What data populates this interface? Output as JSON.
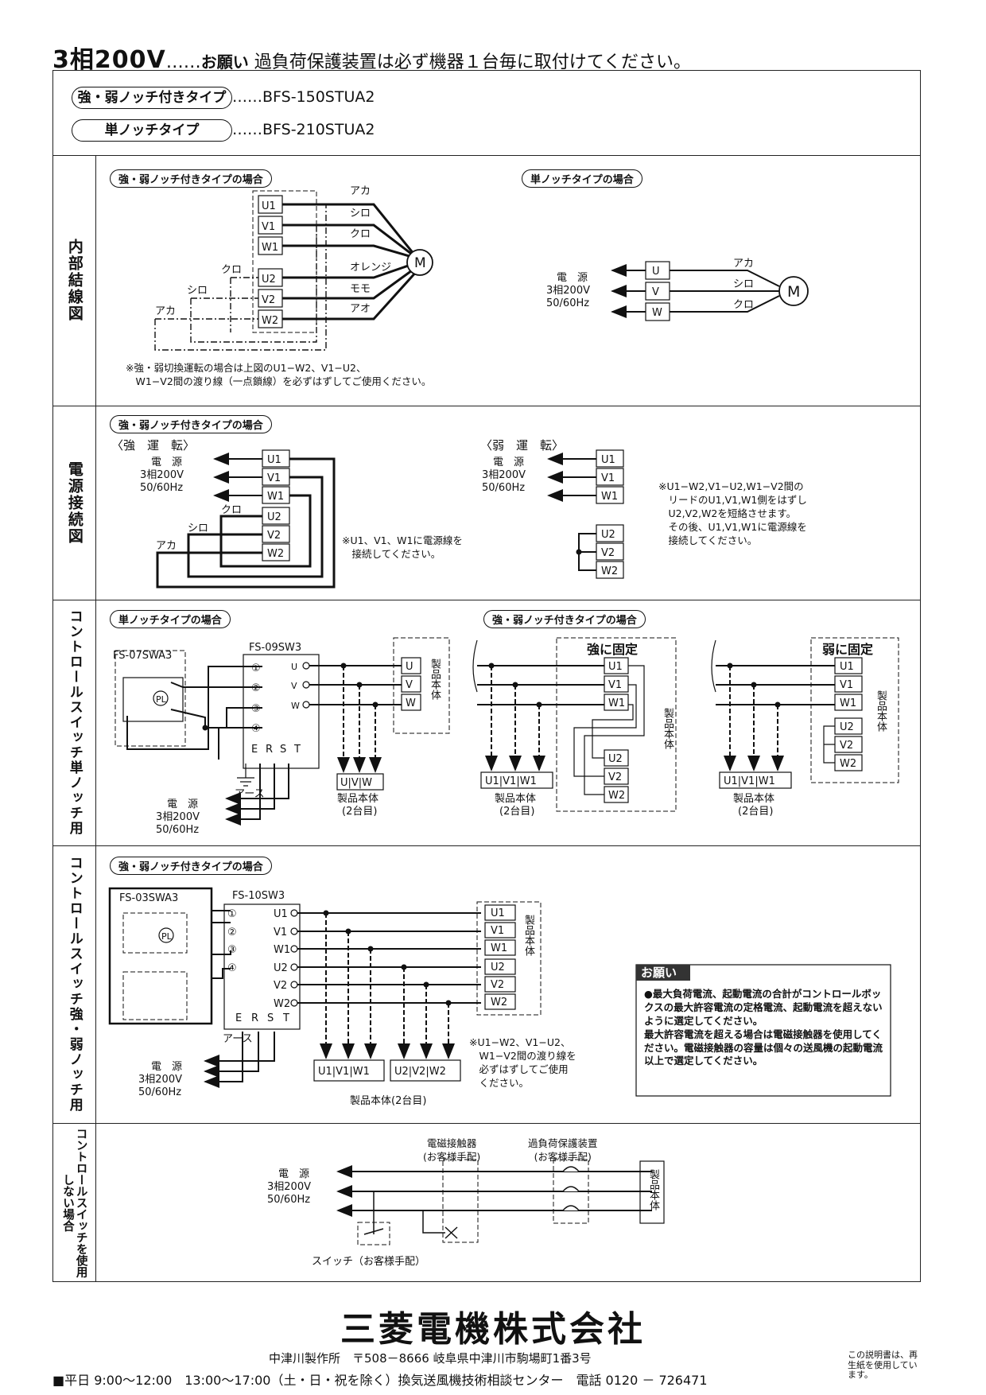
{
  "heading": {
    "main": "3相200V",
    "dots": "……",
    "request_label": "お願い",
    "request_text": "過負荷保護装置は必ず機器１台毎に取付けてください。"
  },
  "models": [
    {
      "type": "強・弱ノッチ付きタイプ",
      "model": "……BFS-150STUA2"
    },
    {
      "type": "単ノッチタイプ",
      "model": "……BFS-210STUA2"
    }
  ],
  "sections": {
    "internal": "内部結線図",
    "power": "電源接続図",
    "single_ctrl": "コントロールスイッチ単ノッチ用",
    "dual_ctrl": "コントロールスイッチ強・弱ノッチ用",
    "no_ctrl": "コントロールスイッチを使用しない場合"
  },
  "labels": {
    "case_dual": "強・弱ノッチ付きタイプの場合",
    "case_single": "単ノッチタイプの場合",
    "motor": "M",
    "power1": "電　源",
    "power2": "3相200V",
    "power3": "50/60Hz",
    "strong_run": "〈強　運　転〉",
    "weak_run": "〈弱　運　転〉",
    "fixed_strong": "強に固定",
    "fixed_weak": "弱に固定",
    "product_body": "製品本体",
    "product_body_2": "製品本体\n(2台目)",
    "product_body_2b": "製品本体(2台目)",
    "earth": "アース",
    "switch07": "FS-07SWA3",
    "switch09": "FS-09SW3",
    "switch03": "FS-03SWA3",
    "switch10": "FS-10SW3",
    "pl": "PL",
    "contactor": "電磁接触器\n(お客様手配)",
    "overload": "過負荷保護装置\n(お客様手配)",
    "switch_customer": "スイッチ（お客様手配）",
    "request_title": "お願い"
  },
  "wires": {
    "aka": "アカ",
    "shiro": "シロ",
    "kuro": "クロ",
    "orange": "オレンジ",
    "momo": "モモ",
    "ao": "アオ"
  },
  "terminals": {
    "u1": "U1",
    "v1": "V1",
    "w1": "W1",
    "u2": "U2",
    "v2": "V2",
    "w2": "W2",
    "u": "U",
    "v": "V",
    "w": "W",
    "ers": [
      "E",
      "R",
      "S",
      "T"
    ],
    "uvw_lower": [
      "U",
      "V",
      "W"
    ],
    "nums": [
      "①",
      "②",
      "③",
      "④"
    ]
  },
  "notes": {
    "internal": "※強・弱切換運転の場合は上図のU1−W2、V1−U2、\n　W1−V2間の渡り線（一点鎖線）を必ずはずしてご使用ください。",
    "strong_note": "※U1、V1、W1に電源線を\n　接続してください。",
    "weak_note": "※U1−W2,V1−U2,W1−V2間の\n　リードのU1,V1,W1側をはずし\n　U2,V2,W2を短絡させます。\n　その後、U1,V1,W1に電源線を\n　接続してください。",
    "dual_note": "※U1−W2、V1−U2、\n　W1−V2間の渡り線を\n　必ずはずしてご使用\n　ください。",
    "request_body": "●最大負荷電流、起動電流の合計がコントロールボックスの最大許容電流の定格電流、起動電流を超えないように選定してください。\n最大許容電流を超える場合は電磁接触器を使用してください。電磁接触器の容量は個々の送風機の起動電流以上で選定してください。"
  },
  "footer": {
    "company": "三菱電機株式会社",
    "address": "中津川製作所　〒508－8666 岐阜県中津川市駒場町1番3号",
    "center": "■平日 9:00～12:00　13:00～17:00（土・日・祝を除く）換気送風機技術相談センター　電話 0120 － 726471",
    "recycle": "この説明書は、再生紙を使用しています。"
  }
}
